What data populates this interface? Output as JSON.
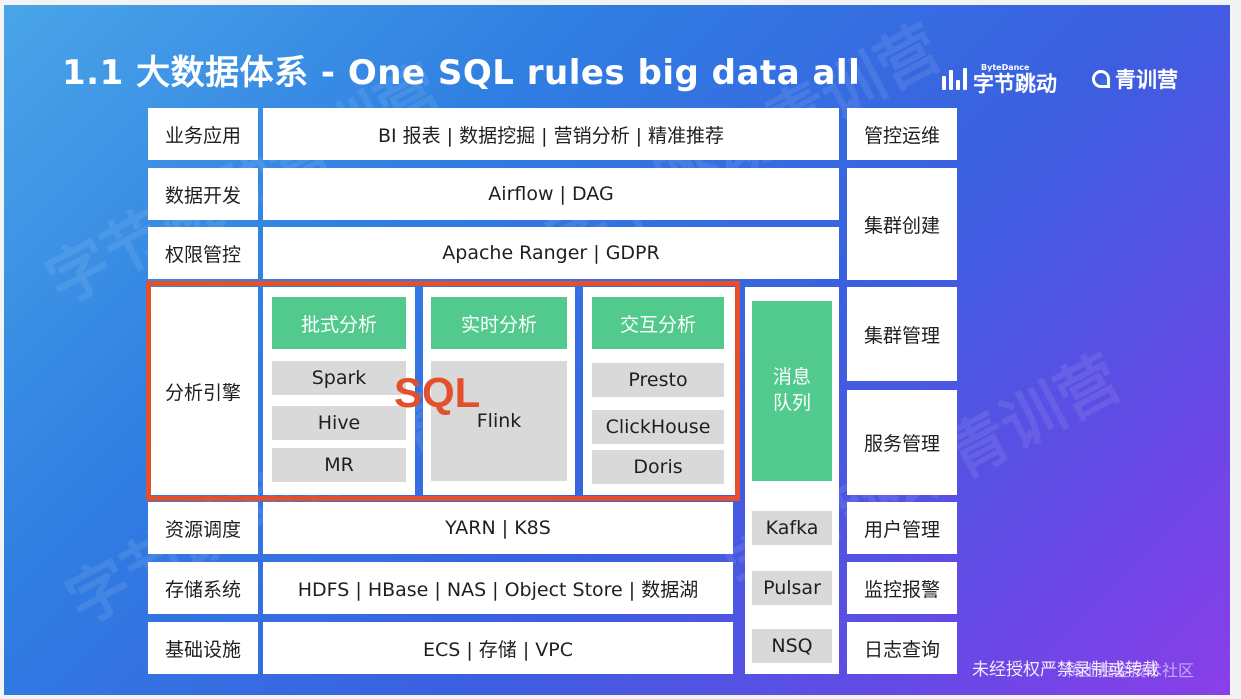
{
  "title": "1.1 大数据体系 - One SQL rules big data all",
  "logos": {
    "bytedance_small": "ByteDance",
    "bytedance": "字节跳动",
    "qingxun": "青训营"
  },
  "layers": {
    "business": {
      "label": "业务应用",
      "content": "BI 报表 | 数据挖掘 | 营销分析 | 精准推荐"
    },
    "dev": {
      "label": "数据开发",
      "content": "Airflow | DAG"
    },
    "auth": {
      "label": "权限管控",
      "content": "Apache Ranger | GDPR"
    },
    "engine": {
      "label": "分析引擎"
    },
    "scheduling": {
      "label": "资源调度",
      "content": "YARN | K8S"
    },
    "storage": {
      "label": "存储系统",
      "content": "HDFS | HBase | NAS | Object Store | 数据湖"
    },
    "infra": {
      "label": "基础设施",
      "content": "ECS  | 存储 | VPC"
    }
  },
  "engines": {
    "batch": {
      "header": "批式分析",
      "items": [
        "Spark",
        "Hive",
        "MR"
      ]
    },
    "realtime": {
      "header": "实时分析",
      "items": [
        "Flink"
      ]
    },
    "interactive": {
      "header": "交互分析",
      "items": [
        "Presto",
        "ClickHouse",
        "Doris"
      ]
    }
  },
  "sql_label": "SQL",
  "message_queue": {
    "header_line1": "消息",
    "header_line2": "队列",
    "items": [
      "Kafka",
      "Pulsar",
      "NSQ"
    ]
  },
  "ops": {
    "o1": "管控运维",
    "o2": "集群创建",
    "o3": "集群管理",
    "o4": "服务管理",
    "o5": "用户管理",
    "o6": "监控报警",
    "o7": "日志查询"
  },
  "footer": "未经授权严禁录制或转载",
  "footer_overlay": "稀土掘金技术社区",
  "watermark": "字节跳动青训营",
  "colors": {
    "accent_red": "#e2502e",
    "header_green": "#52c98d",
    "item_gray": "#d9d9d9"
  }
}
